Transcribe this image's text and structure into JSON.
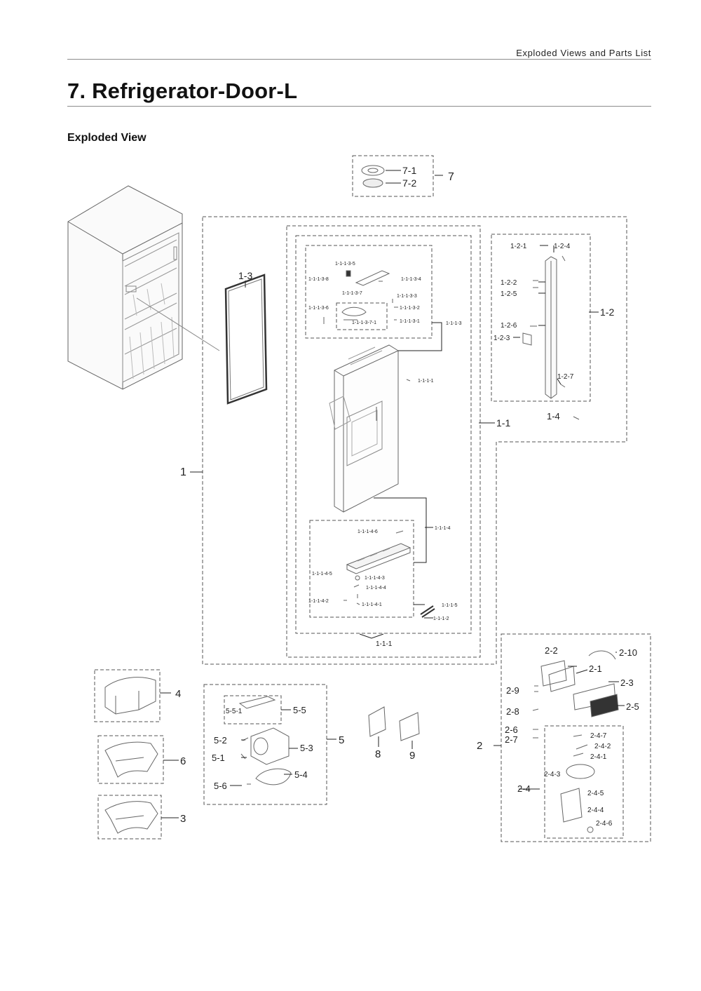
{
  "header": {
    "section": "Exploded Views and Parts List"
  },
  "page": {
    "title": "7.  Refrigerator-Door-L",
    "subtitle": "Exploded View"
  },
  "callouts": {
    "g7": "7",
    "g7_1": "7-1",
    "g7_2": "7-2",
    "g1": "1",
    "g1_1": "1-1",
    "g1_1_1": "1-1-1",
    "g1_1_1_1": "1-1-1-1",
    "g1_1_1_2": "1-1-1-2",
    "g1_1_1_5": "1-1-1-5",
    "g1_1_1_3": "1-1-1-3",
    "g1_1_1_3_1": "1-1-1-3-1",
    "g1_1_1_3_2": "1-1-1-3-2",
    "g1_1_1_3_3": "1-1-1-3-3",
    "g1_1_1_3_4": "1-1-1-3-4",
    "g1_1_1_3_5": "1-1-1-3-5",
    "g1_1_1_3_6": "1-1-1-3-6",
    "g1_1_1_3_7": "1-1-1-3-7",
    "g1_1_1_3_7_1": "1-1-1-3-7-1",
    "g1_1_1_3_8": "1-1-1-3-8",
    "g1_1_1_4": "1-1-1-4",
    "g1_1_1_4_1": "1-1-1-4-1",
    "g1_1_1_4_2": "1-1-1-4-2",
    "g1_1_1_4_3": "1-1-1-4-3",
    "g1_1_1_4_4": "1-1-1-4-4",
    "g1_1_1_4_5": "1-1-1-4-5",
    "g1_1_1_4_6": "1-1-1-4-6",
    "g1_2": "1-2",
    "g1_2_1": "1-2-1",
    "g1_2_2": "1-2-2",
    "g1_2_3": "1-2-3",
    "g1_2_4": "1-2-4",
    "g1_2_5": "1-2-5",
    "g1_2_6": "1-2-6",
    "g1_2_7": "1-2-7",
    "g1_3": "1-3",
    "g1_4": "1-4",
    "g2": "2",
    "g2_1": "2-1",
    "g2_2": "2-2",
    "g2_3": "2-3",
    "g2_4": "2-4",
    "g2_5": "2-5",
    "g2_6": "2-6",
    "g2_7": "2-7",
    "g2_8": "2-8",
    "g2_9": "2-9",
    "g2_10": "2-10",
    "g2_4_1": "2-4-1",
    "g2_4_2": "2-4-2",
    "g2_4_3": "2-4-3",
    "g2_4_4": "2-4-4",
    "g2_4_5": "2-4-5",
    "g2_4_6": "2-4-6",
    "g2_4_7": "2-4-7",
    "g3": "3",
    "g4": "4",
    "g5": "5",
    "g5_1": "5-1",
    "g5_2": "5-2",
    "g5_3": "5-3",
    "g5_4": "5-4",
    "g5_5": "5-5",
    "g5_5_1": "5-5-1",
    "g5_6": "5-6",
    "g6": "6",
    "g8": "8",
    "g9": "9"
  }
}
